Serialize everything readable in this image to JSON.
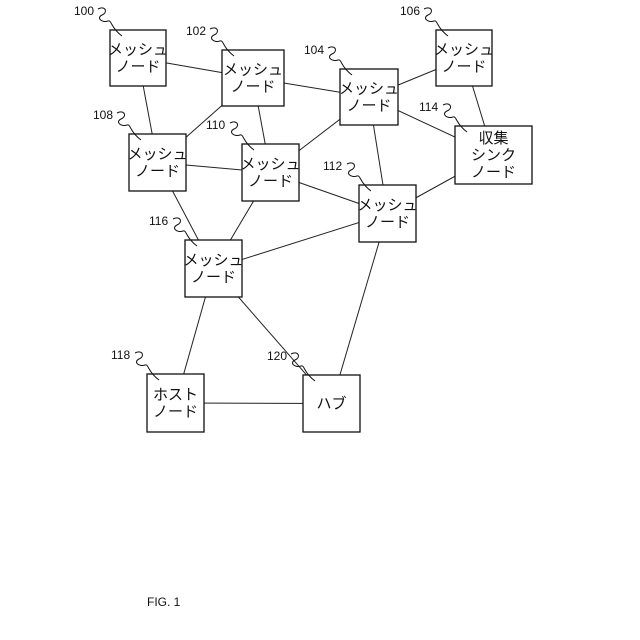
{
  "figure": {
    "caption": "FIG. 1",
    "nodes": [
      {
        "id": "n100",
        "ref": "100",
        "lines": [
          "メッシュ",
          "ノード"
        ]
      },
      {
        "id": "n102",
        "ref": "102",
        "lines": [
          "メッシュ",
          "ノード"
        ]
      },
      {
        "id": "n104",
        "ref": "104",
        "lines": [
          "メッシュ",
          "ノード"
        ]
      },
      {
        "id": "n106",
        "ref": "106",
        "lines": [
          "メッシュ",
          "ノード"
        ]
      },
      {
        "id": "n108",
        "ref": "108",
        "lines": [
          "メッシュ",
          "ノード"
        ]
      },
      {
        "id": "n110",
        "ref": "110",
        "lines": [
          "メッシュ",
          "ノード"
        ]
      },
      {
        "id": "n112",
        "ref": "112",
        "lines": [
          "メッシュ",
          "ノード"
        ]
      },
      {
        "id": "n114",
        "ref": "114",
        "lines": [
          "収集",
          "シンク",
          "ノード"
        ]
      },
      {
        "id": "n116",
        "ref": "116",
        "lines": [
          "メッシュ",
          "ノード"
        ]
      },
      {
        "id": "n118",
        "ref": "118",
        "lines": [
          "ホスト",
          "ノード"
        ]
      },
      {
        "id": "n120",
        "ref": "120",
        "lines": [
          "ハブ"
        ]
      }
    ],
    "edges": [
      [
        "n100",
        "n102"
      ],
      [
        "n100",
        "n108"
      ],
      [
        "n102",
        "n108"
      ],
      [
        "n102",
        "n104"
      ],
      [
        "n102",
        "n110"
      ],
      [
        "n104",
        "n106"
      ],
      [
        "n104",
        "n114"
      ],
      [
        "n104",
        "n110"
      ],
      [
        "n104",
        "n112"
      ],
      [
        "n106",
        "n114"
      ],
      [
        "n108",
        "n110"
      ],
      [
        "n108",
        "n116"
      ],
      [
        "n110",
        "n112"
      ],
      [
        "n110",
        "n116"
      ],
      [
        "n112",
        "n114"
      ],
      [
        "n112",
        "n116"
      ],
      [
        "n112",
        "n120"
      ],
      [
        "n116",
        "n118"
      ],
      [
        "n116",
        "n120"
      ],
      [
        "n118",
        "n120"
      ]
    ]
  }
}
